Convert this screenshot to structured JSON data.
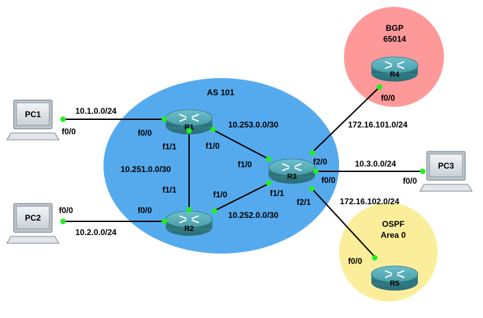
{
  "zones": {
    "as101": {
      "label": "AS 101",
      "color": "#55aaee"
    },
    "bgp": {
      "line1": "BGP",
      "line2": "65014",
      "color": "#ff9999"
    },
    "ospf": {
      "line1": "OSPF",
      "line2": "Area 0",
      "color": "#fbee9a"
    }
  },
  "routers": {
    "r1": "R1",
    "r2": "R2",
    "r3": "R3",
    "r4": "R4",
    "r5": "R5"
  },
  "pcs": {
    "pc1": "PC1",
    "pc2": "PC2",
    "pc3": "PC3"
  },
  "networks": {
    "pc1_r1": "10.1.0.0/24",
    "pc2_r2": "10.2.0.0/24",
    "r1_r2": "10.251.0.0/30",
    "r1_r3": "10.253.0.0/30",
    "r2_r3": "10.252.0.0/30",
    "r3_r4": "172.16.101.0/24",
    "r3_pc3": "10.3.0.0/24",
    "r3_r5": "172.16.102.0/24"
  },
  "interfaces": {
    "pc1": "f0/0",
    "r1_to_pc1": "f0/0",
    "r1_to_r2": "f1/1",
    "r1_to_r3": "f1/0",
    "r2_to_pc2": "f0/0",
    "pc2": "f0/0",
    "r2_to_r1": "f1/1",
    "r2_to_r3": "f1/0",
    "r3_to_r1": "f1/0",
    "r3_to_r2": "f1/1",
    "r3_to_r4": "f2/0",
    "r3_to_pc3": "f0/0",
    "r3_to_r5": "f2/1",
    "r4": "f0/0",
    "pc3": "f0/0",
    "r5": "f0/0"
  },
  "colors": {
    "link": "#000000",
    "port": "#22dd22",
    "router_body": "#3e8f99",
    "router_top": "#5fb4bf",
    "pc_screen": "#d7dde3"
  }
}
